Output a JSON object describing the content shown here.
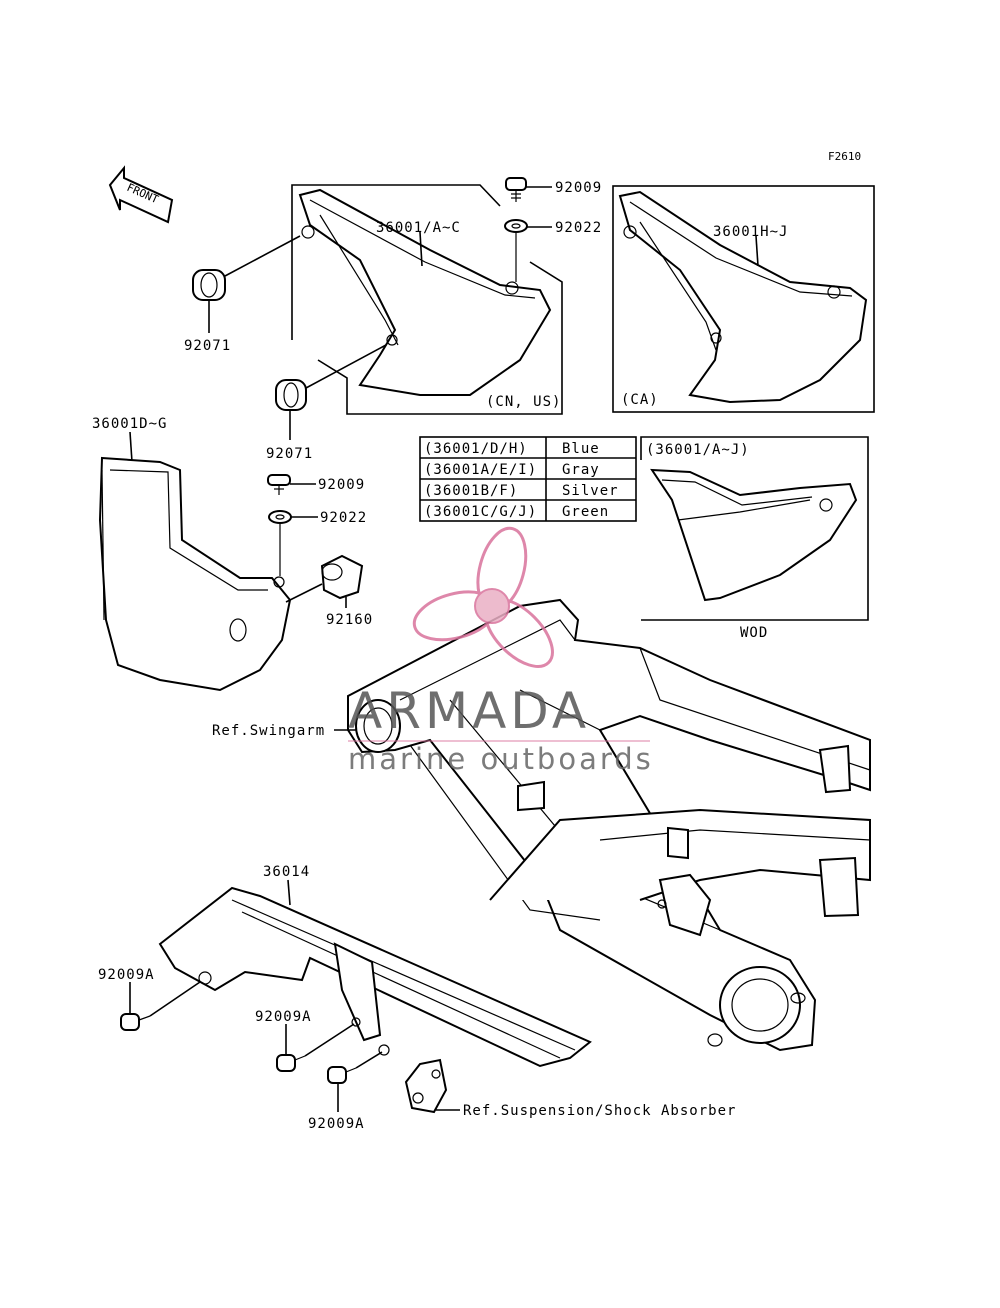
{
  "figure_id": "F2610",
  "front_label": "FRONT",
  "colors": {
    "watermark_pink": "#d9739c",
    "watermark_gray": "#555555",
    "line": "#000000"
  },
  "callouts": {
    "p92009_top": "92009",
    "p92022_top": "92022",
    "p36001_ac": "36001/A~C",
    "p36001_hj": "36001H~J",
    "p92071_a": "92071",
    "p92071_b": "92071",
    "cn_us": "(CN, US)",
    "ca": "(CA)",
    "p36001_dg": "36001D~G",
    "p92009_mid": "92009",
    "p92022_mid": "92022",
    "p92160": "92160",
    "ref_swingarm": "Ref.Swingarm",
    "p36014": "36014",
    "p92009a_1": "92009A",
    "p92009a_2": "92009A",
    "p92009a_3": "92009A",
    "ref_suspension": "Ref.Suspension/Shock Absorber",
    "wod_header": "(36001/A~J)",
    "wod": "WOD"
  },
  "color_table": [
    {
      "code": "(36001/D/H)",
      "color": "Blue"
    },
    {
      "code": "(36001A/E/I)",
      "color": "Gray"
    },
    {
      "code": "(36001B/F)",
      "color": "Silver"
    },
    {
      "code": "(36001C/G/J)",
      "color": "Green"
    }
  ],
  "watermark": {
    "brand": "ARMADA",
    "tagline": "marine outboards"
  }
}
